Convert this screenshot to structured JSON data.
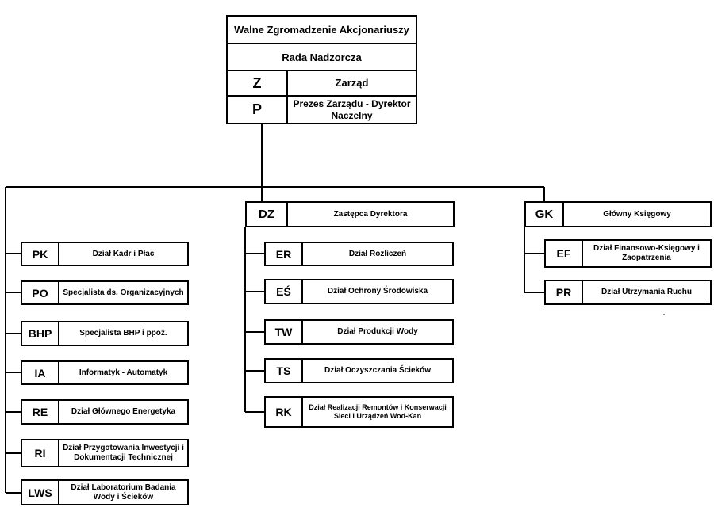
{
  "top": {
    "walne": "Walne Zgromadzenie Akcjonariuszy",
    "rada": "Rada Nadzorcza",
    "zarzad": {
      "code": "Z",
      "name": "Zarząd"
    },
    "prezes": {
      "code": "P",
      "name": "Prezes Zarządu - Dyrektor Naczelny"
    }
  },
  "left_column": [
    {
      "code": "PK",
      "name": "Dział Kadr i Płac"
    },
    {
      "code": "PO",
      "name": "Specjalista ds. Organizacyjnych"
    },
    {
      "code": "BHP",
      "name": "Specjalista BHP i ppoż."
    },
    {
      "code": "IA",
      "name": "Informatyk - Automatyk"
    },
    {
      "code": "RE",
      "name": "Dział Głównego Energetyka"
    },
    {
      "code": "RI",
      "name": "Dział Przygotowania Inwestycji i Dokumentacji Technicznej"
    },
    {
      "code": "LWS",
      "name": "Dział Laboratorium Badania Wody i Ścieków"
    }
  ],
  "middle_head": {
    "code": "DZ",
    "name": "Zastępca Dyrektora"
  },
  "middle_column": [
    {
      "code": "ER",
      "name": "Dział Rozliczeń"
    },
    {
      "code": "EŚ",
      "name": "Dział Ochrony Środowiska"
    },
    {
      "code": "TW",
      "name": "Dział Produkcji Wody"
    },
    {
      "code": "TS",
      "name": "Dział Oczyszczania Ścieków"
    },
    {
      "code": "RK",
      "name": "Dział Realizacji Remontów i Konserwacji Sieci i Urządzeń Wod-Kan"
    }
  ],
  "right_head": {
    "code": "GK",
    "name": "Główny Księgowy"
  },
  "right_column": [
    {
      "code": "EF",
      "name": "Dział Finansowo-Księgowy i Zaopatrzenia"
    },
    {
      "code": "PR",
      "name": "Dział Utrzymania Ruchu"
    }
  ]
}
